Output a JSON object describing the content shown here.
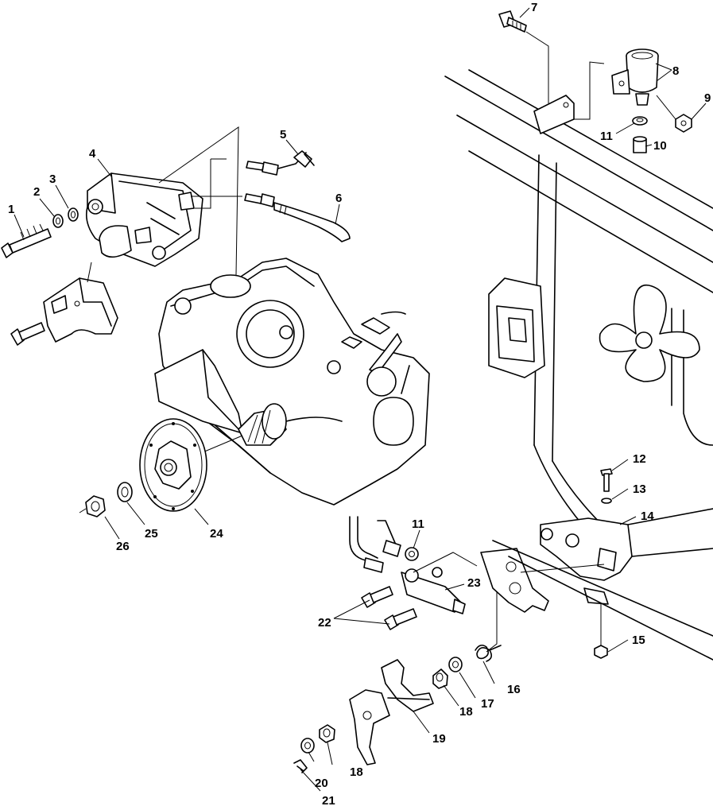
{
  "diagram": {
    "callouts": [
      {
        "id": "c1",
        "label": "1"
      },
      {
        "id": "c2",
        "label": "2"
      },
      {
        "id": "c3",
        "label": "3"
      },
      {
        "id": "c4",
        "label": "4"
      },
      {
        "id": "c5",
        "label": "5"
      },
      {
        "id": "c6",
        "label": "6"
      },
      {
        "id": "c7",
        "label": "7"
      },
      {
        "id": "c8",
        "label": "8"
      },
      {
        "id": "c9",
        "label": "9"
      },
      {
        "id": "c10",
        "label": "10"
      },
      {
        "id": "c11a",
        "label": "11"
      },
      {
        "id": "c11b",
        "label": "11"
      },
      {
        "id": "c12",
        "label": "12"
      },
      {
        "id": "c13",
        "label": "13"
      },
      {
        "id": "c14",
        "label": "14"
      },
      {
        "id": "c15",
        "label": "15"
      },
      {
        "id": "c16",
        "label": "16"
      },
      {
        "id": "c17",
        "label": "17"
      },
      {
        "id": "c18a",
        "label": "18"
      },
      {
        "id": "c18b",
        "label": "18"
      },
      {
        "id": "c19",
        "label": "19"
      },
      {
        "id": "c20",
        "label": "20"
      },
      {
        "id": "c21",
        "label": "21"
      },
      {
        "id": "c22",
        "label": "22"
      },
      {
        "id": "c23",
        "label": "23"
      },
      {
        "id": "c24",
        "label": "24"
      },
      {
        "id": "c25",
        "label": "25"
      },
      {
        "id": "c26",
        "label": "26"
      }
    ]
  }
}
